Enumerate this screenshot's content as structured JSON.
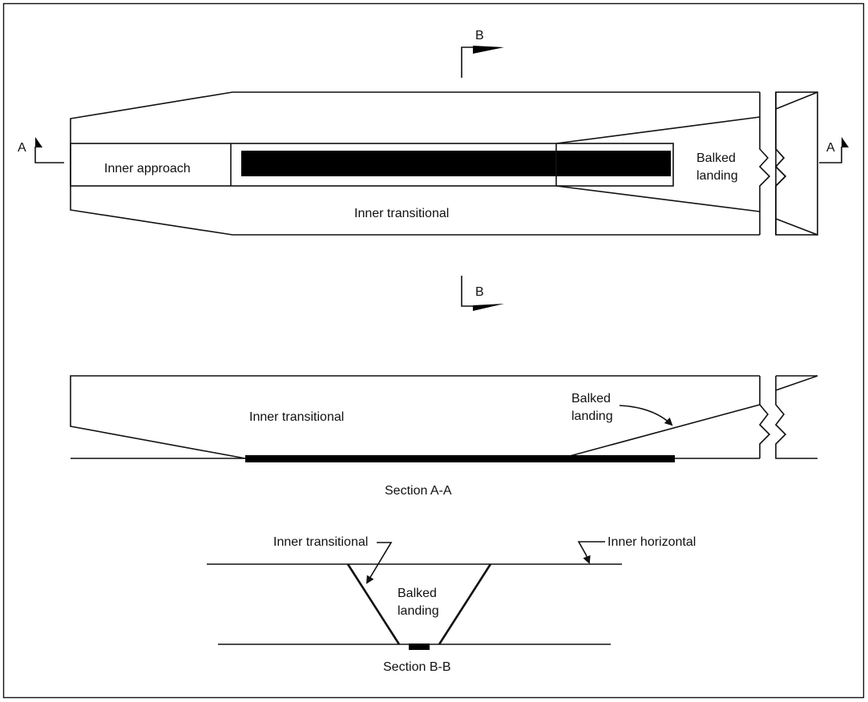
{
  "plan": {
    "section_marker_a": "A",
    "section_marker_b": "B",
    "labels": {
      "inner_approach": "Inner approach",
      "inner_transitional": "Inner transitional",
      "balked_landing_line1": "Balked",
      "balked_landing_line2": "landing"
    }
  },
  "section_a": {
    "caption": "Section A-A",
    "labels": {
      "inner_transitional": "Inner transitional",
      "balked_landing_line1": "Balked",
      "balked_landing_line2": "landing"
    }
  },
  "section_b": {
    "caption": "Section B-B",
    "labels": {
      "inner_transitional": "Inner transitional",
      "inner_horizontal": "Inner horizontal",
      "balked_landing_line1": "Balked",
      "balked_landing_line2": "landing"
    }
  }
}
